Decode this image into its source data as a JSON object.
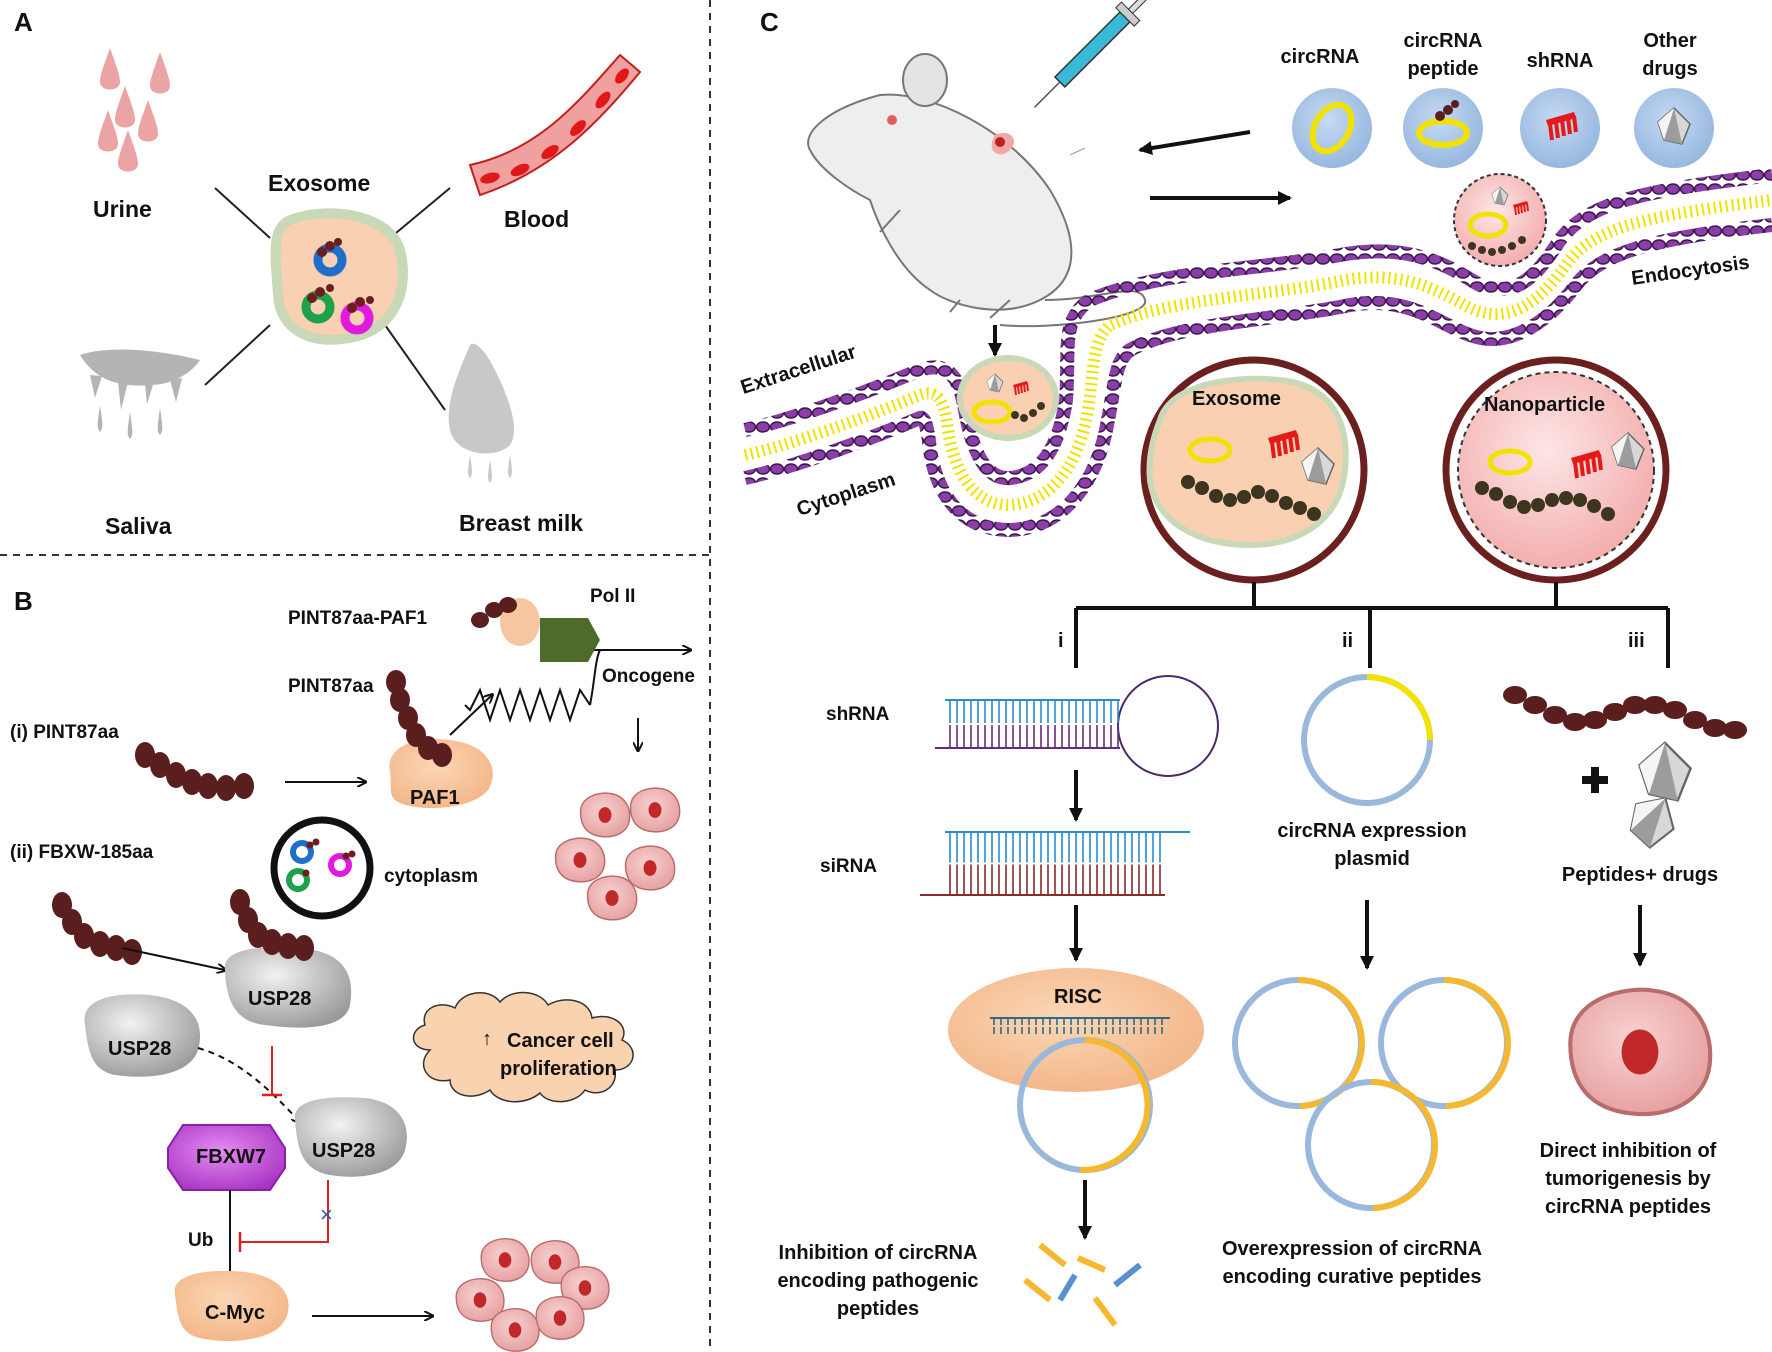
{
  "panels": {
    "a": "A",
    "b": "B",
    "c": "C"
  },
  "panel_a": {
    "center": "Exosome",
    "urine": "Urine",
    "blood": "Blood",
    "saliva": "Saliva",
    "breast_milk": "Breast milk"
  },
  "panel_b": {
    "pint_paf1": "PINT87aa-PAF1",
    "pol2": "Pol II",
    "pint87aa": "PINT87aa",
    "oncogene": "Oncogene",
    "i_pint": "(i) PINT87aa",
    "paf1": "PAF1",
    "ii_fbxw": "(ii) FBXW-185aa",
    "cytoplasm": "cytoplasm",
    "usp28": "USP28",
    "cancer_line1": "Cancer cell",
    "cancer_line2": "proliferation",
    "cancer_arrow": "↑",
    "fbxw7": "FBXW7",
    "ub": "Ub",
    "cmyc": "C-Myc"
  },
  "panel_c": {
    "legend": [
      "circRNA",
      "circRNA peptide",
      "shRNA",
      "Other drugs"
    ],
    "legend_circ_peptide_l1": "circRNA",
    "legend_circ_peptide_l2": "peptide",
    "legend_other_l1": "Other",
    "legend_other_l2": "drugs",
    "endocytosis": "Endocytosis",
    "extracellular": "Extracellular",
    "cytoplasm": "Cytoplasm",
    "exosome": "Exosome",
    "nanoparticle": "Nanoparticle",
    "routes": [
      "i",
      "ii",
      "iii"
    ],
    "shrna": "shRNA",
    "sirna": "siRNA",
    "risc": "RISC",
    "plasmid_l1": "circRNA expression",
    "plasmid_l2": "plasmid",
    "peptides_drugs": "Peptides+ drugs",
    "out_i_l1": "Inhibition of circRNA",
    "out_i_l2": "encoding  pathogenic",
    "out_i_l3": "peptides",
    "out_ii_l1": "Overexpression of circRNA",
    "out_ii_l2": "encoding curative peptides",
    "out_iii_l1": "Direct inhibition of",
    "out_iii_l2": "tumorigenesis by",
    "out_iii_l3": "circRNA peptides"
  },
  "colors": {
    "bead": "#5a1e1e",
    "peach": "#f6c39a",
    "yellow": "#f2e200",
    "membrane": "#7b3f98",
    "ring_blue": "#9ab8dc",
    "ring_orange": "#f5b82e",
    "vesicle_border": "#6b1f1f",
    "red_inhibit": "#e02020",
    "fbxw7": "#c04ad8",
    "gray": "#b8b8b8",
    "legend_circle": "#a8c4e6"
  },
  "icons": [
    "mouse",
    "syringe",
    "shrna-hairpin",
    "drug-crystal",
    "cancer-cell",
    "membrane-bilayer"
  ]
}
